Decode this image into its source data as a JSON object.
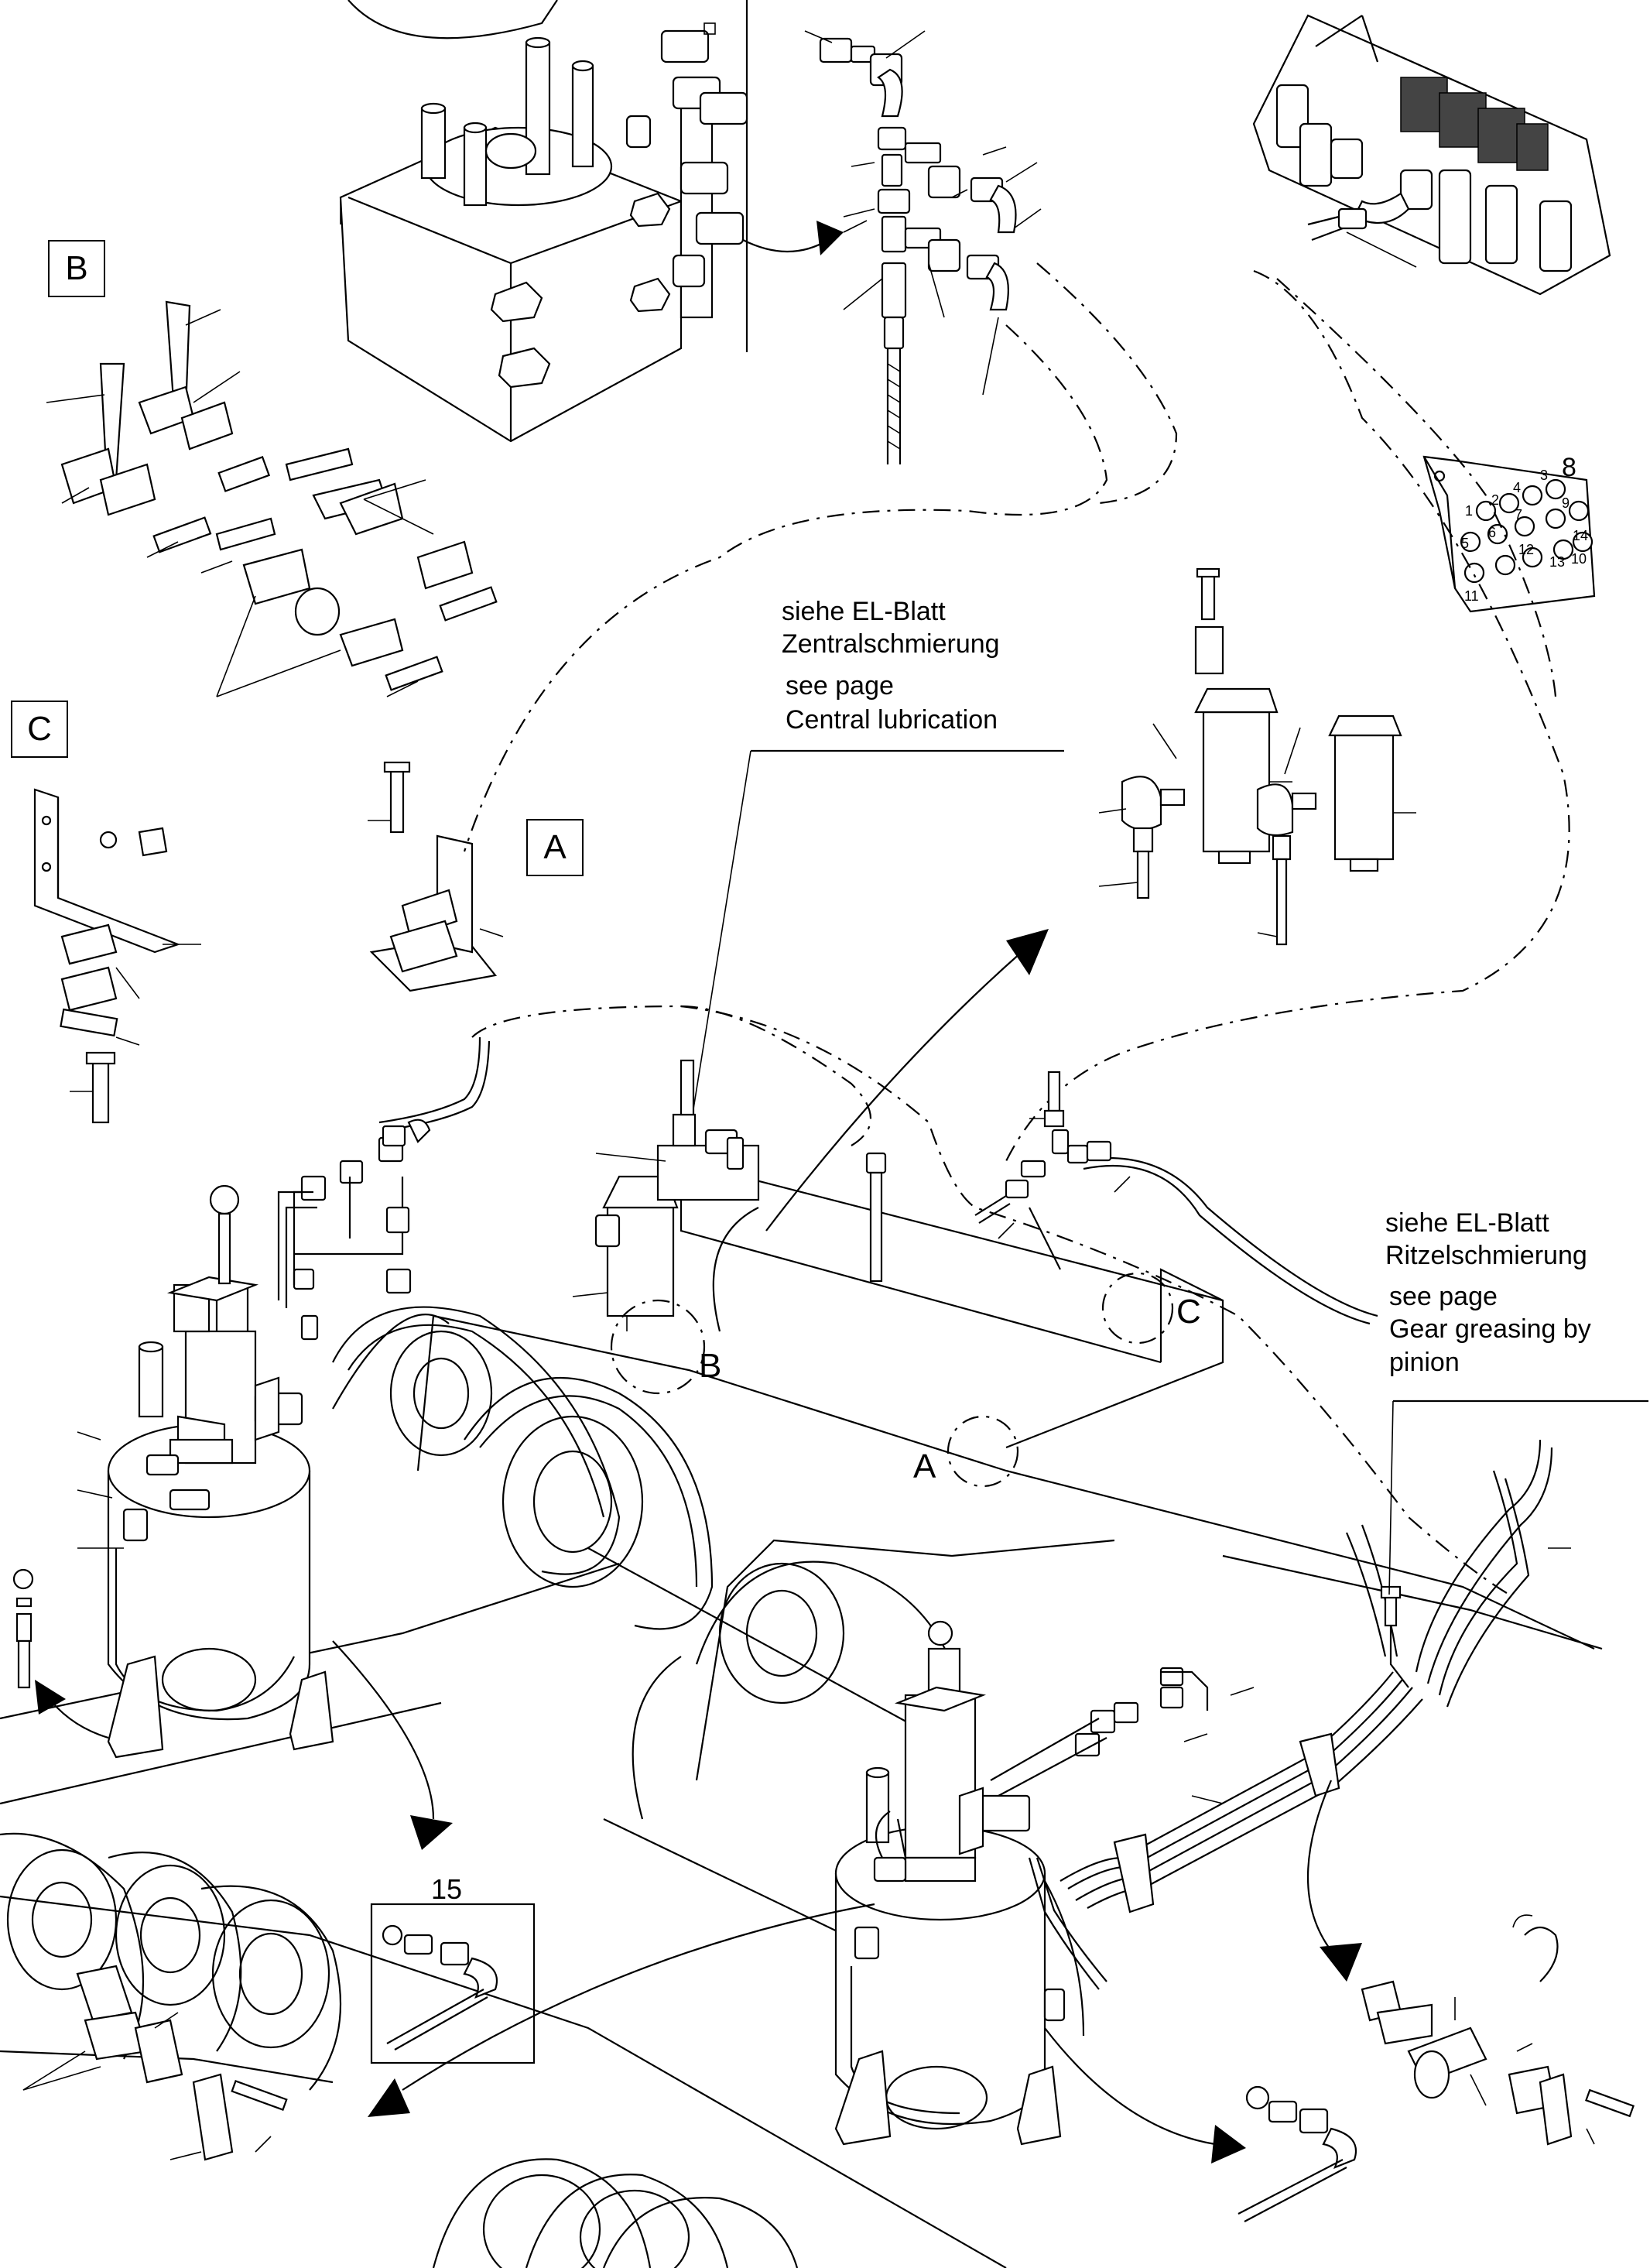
{
  "views": [
    {
      "key": "B",
      "label": "B"
    },
    {
      "key": "C",
      "label": "C"
    },
    {
      "key": "A",
      "label": "A"
    }
  ],
  "location_markers": [
    {
      "key": "B",
      "label": "B"
    },
    {
      "key": "C",
      "label": "C"
    },
    {
      "key": "A",
      "label": "A"
    }
  ],
  "notes": {
    "central": {
      "line1": "siehe EL-Blatt",
      "line2": "Zentralschmierung",
      "line3": "see page",
      "line4": "Central lubrication"
    },
    "pinion": {
      "line1": "siehe EL-Blatt",
      "line2": "Ritzelschmierung",
      "line3": "see page",
      "line4": "Gear greasing by",
      "line5": "pinion"
    }
  },
  "detail_number": "15",
  "manifold_numbers": [
    "8",
    "1",
    "2",
    "3",
    "4",
    "5",
    "6",
    "7",
    "9",
    "10",
    "11",
    "12",
    "13",
    "14"
  ]
}
